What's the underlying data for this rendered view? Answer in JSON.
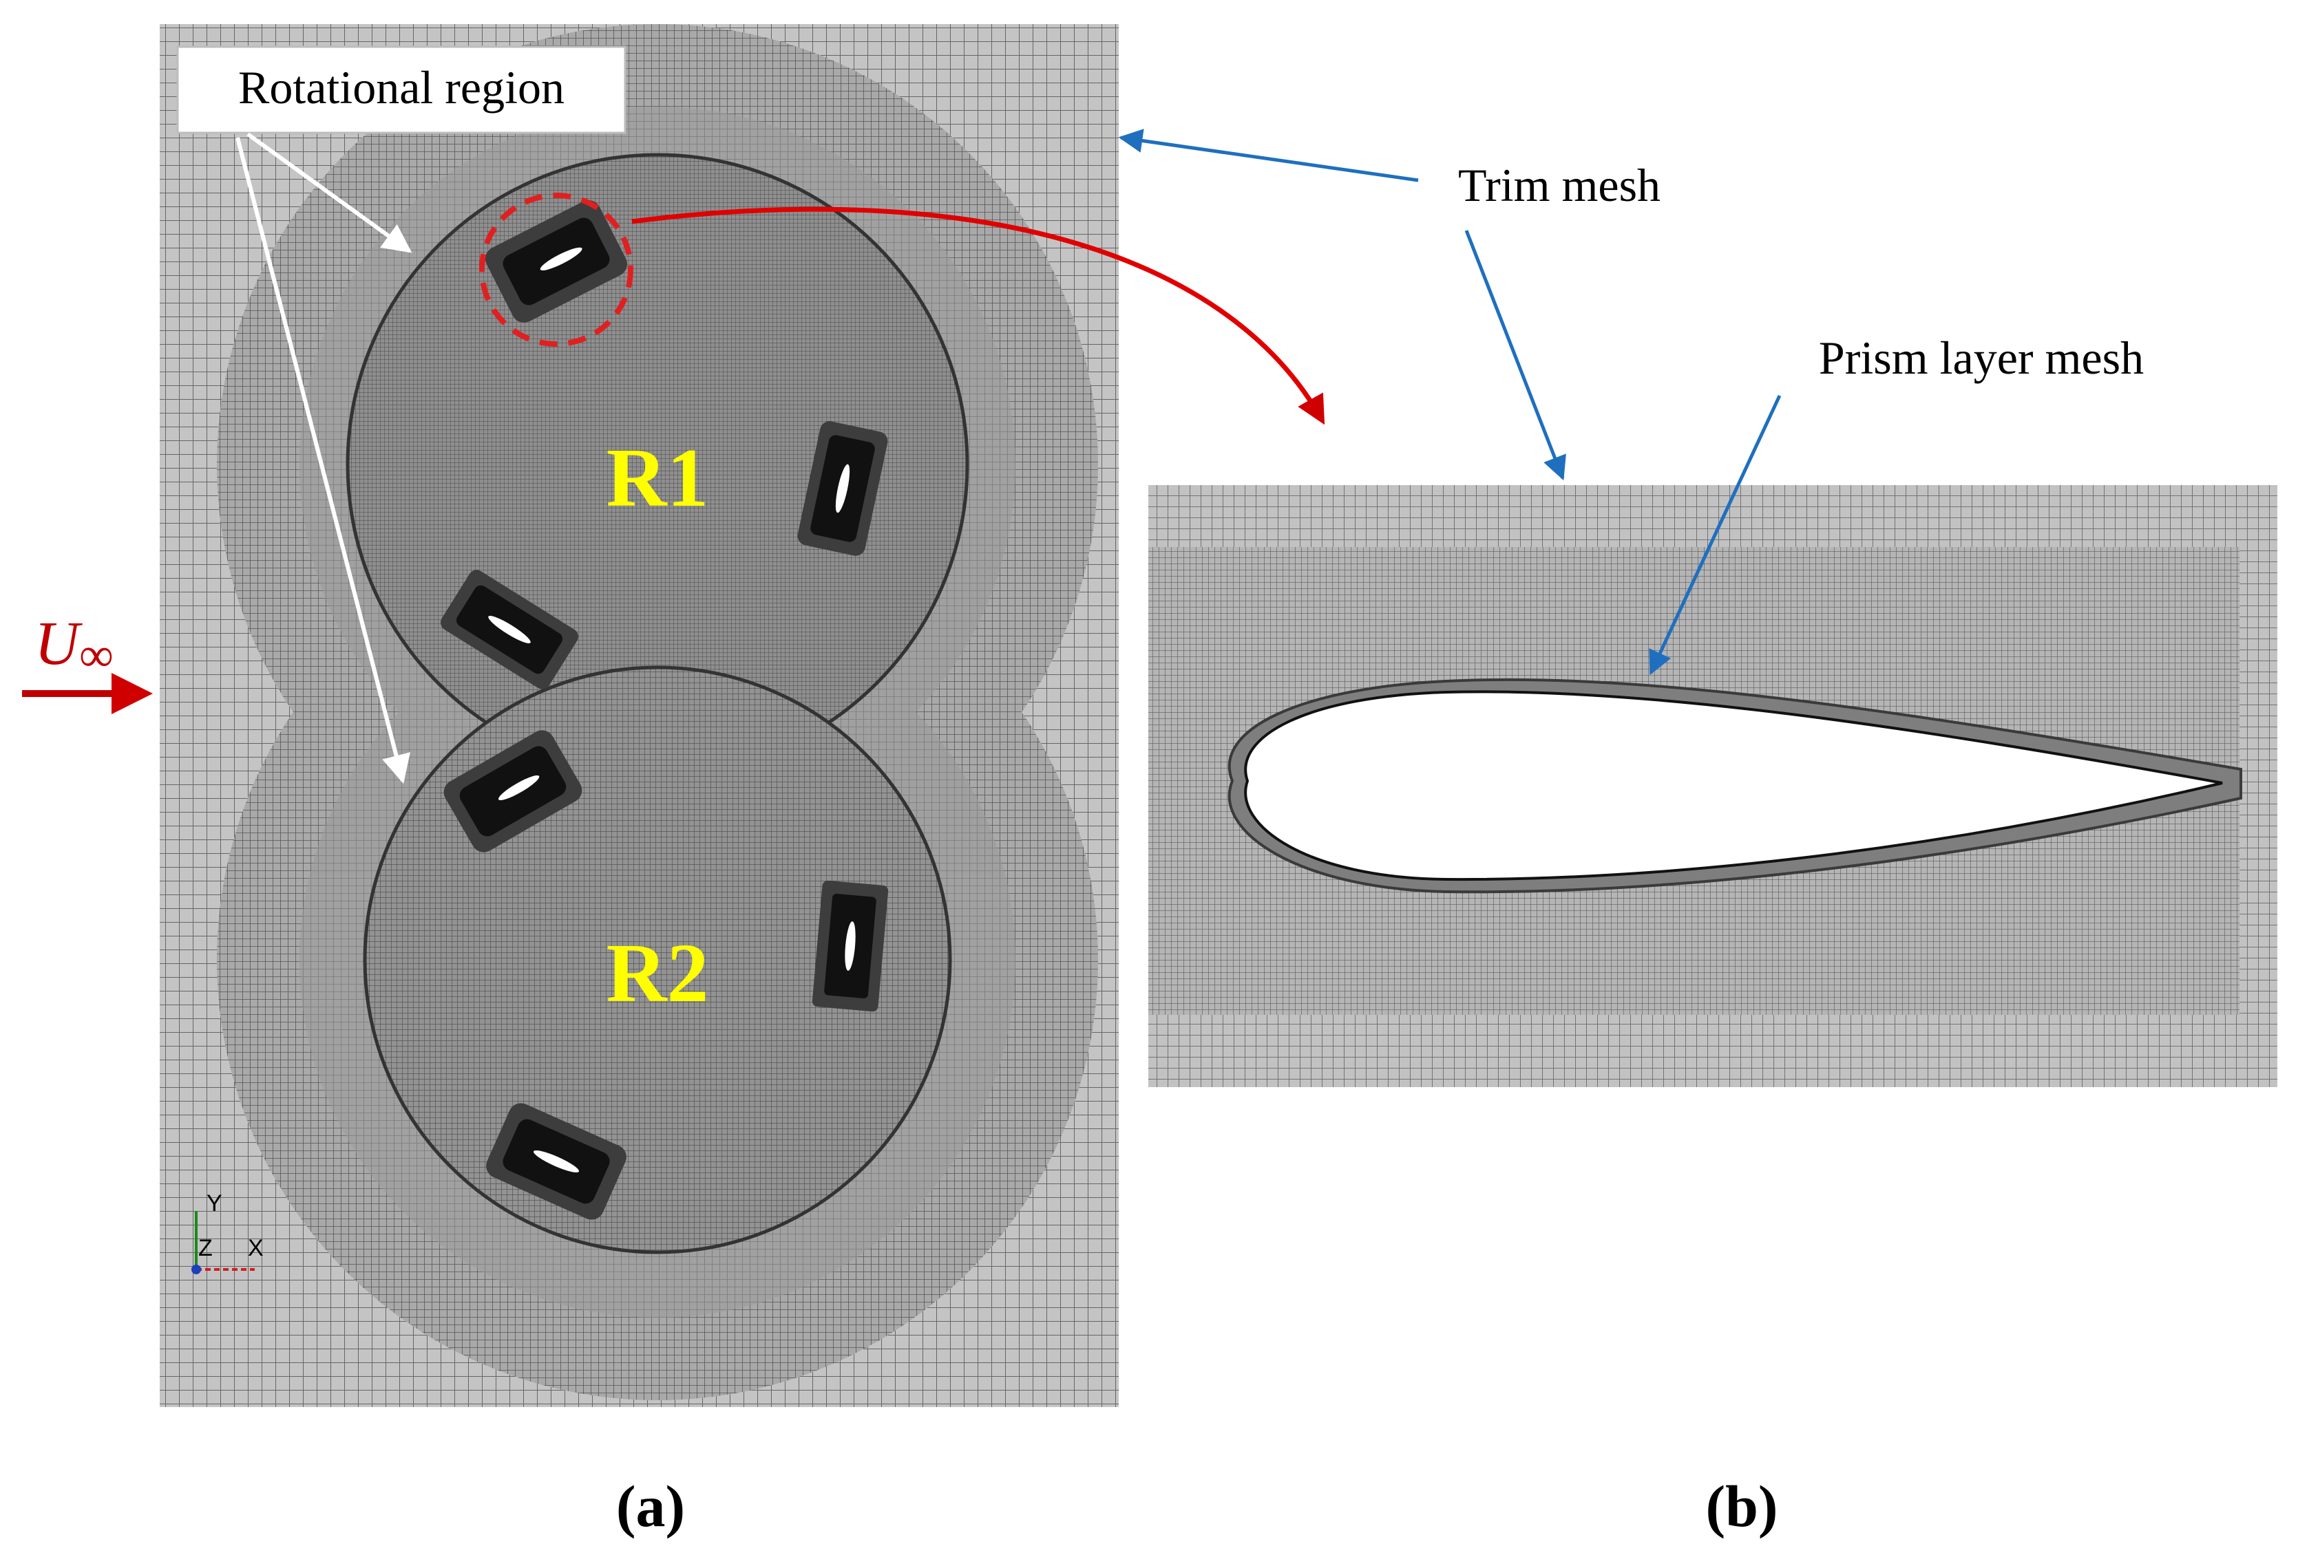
{
  "panels": {
    "a": {
      "caption": "(a)",
      "labels": {
        "r1": "R1",
        "r2": "R2"
      }
    },
    "b": {
      "caption": "(b)"
    }
  },
  "annotations": {
    "rotational_region": "Rotational region",
    "trim_mesh": "Trim mesh",
    "prism_layer_mesh": "Prism layer mesh"
  },
  "inflow": {
    "symbol_main": "U",
    "symbol_sub": "∞"
  },
  "axes_triad": {
    "y": "Y",
    "z": "Z",
    "x": "X"
  },
  "colors": {
    "mesh_background": "#bfbfbf",
    "mesh_line": "#5a5a5a",
    "rotor_region": "#8a8a8a",
    "blade_block": "#111111",
    "rotor_label": "#ffff00",
    "arrow_red": "#c00000",
    "arrow_blue": "#1f6fbf",
    "arrow_white": "#ffffff"
  }
}
